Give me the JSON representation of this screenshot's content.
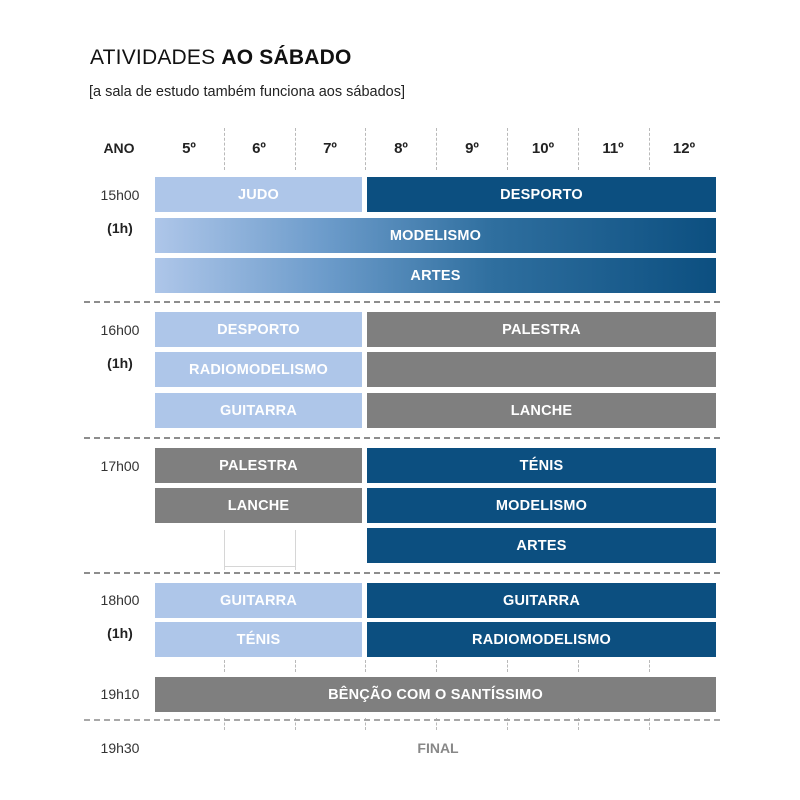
{
  "title": {
    "normal": "ATIVIDADES ",
    "bold": "AO SÁBADO"
  },
  "subtitle": "[a sala de estudo também funciona aos sábados]",
  "header": {
    "year_label": "ANO",
    "grades": [
      "5º",
      "6º",
      "7º",
      "8º",
      "9º",
      "10º",
      "11º",
      "12º"
    ]
  },
  "blocks": [
    {
      "time": "15h00",
      "duration": "(1h)",
      "rows": [
        {
          "left": "JUDO",
          "right": "DESPORTO"
        },
        {
          "full": "MODELISMO"
        },
        {
          "full": "ARTES"
        }
      ]
    },
    {
      "time": "16h00",
      "duration": "(1h)",
      "rows": [
        {
          "left": "DESPORTO",
          "right": "PALESTRA"
        },
        {
          "left": "RADIOMODELISMO",
          "right": ""
        },
        {
          "left": "GUITARRA",
          "right": "LANCHE"
        }
      ]
    },
    {
      "time": "17h00",
      "rows": [
        {
          "left": "PALESTRA",
          "right": "TÉNIS"
        },
        {
          "left": "LANCHE",
          "right": "MODELISMO"
        },
        {
          "right": "ARTES"
        }
      ]
    },
    {
      "time": "18h00",
      "duration": "(1h)",
      "rows": [
        {
          "left": "GUITARRA",
          "right": "GUITARRA"
        },
        {
          "left": "TÉNIS",
          "right": "RADIOMODELISMO"
        }
      ]
    },
    {
      "time": "19h10",
      "rows": [
        {
          "full": "BÊNÇÃO COM O SANTÍSSIMO"
        }
      ]
    }
  ],
  "end": {
    "time": "19h30",
    "label": "FINAL"
  },
  "colors": {
    "light_blue": "#aec6e9",
    "dark_blue": "#0c4f80",
    "gray": "#7f7f7f"
  }
}
